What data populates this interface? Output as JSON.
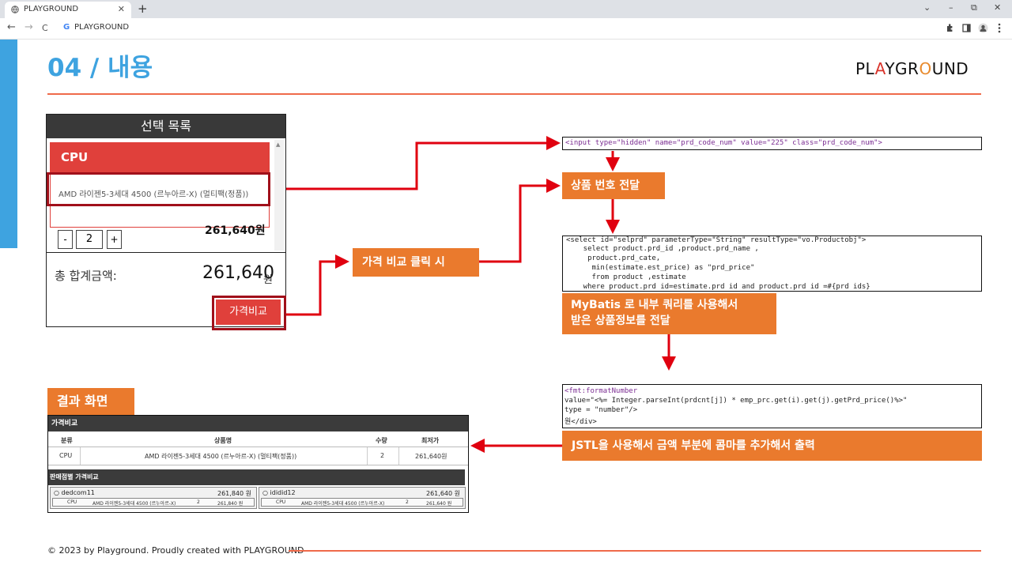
{
  "browser": {
    "tab_title": "PLAYGROUND",
    "new_tab": "+",
    "tab_close": "✕",
    "url": "PLAYGROUND",
    "google_g": "G",
    "window_controls": [
      "⌄",
      "–",
      "⧉",
      "✕"
    ],
    "nav": [
      "←",
      "→",
      "C"
    ],
    "toolbar_icons": [
      "puzzle-icon",
      "sidepanel-icon",
      "profile-icon",
      "menu-icon"
    ]
  },
  "slide": {
    "title": "04 / 내용",
    "logo": {
      "p1": "PL",
      "a": "A",
      "p2": "YGR",
      "o": "O",
      "p3": "UND"
    },
    "colors": {
      "accent_blue": "#3ea3e0",
      "accent_red": "#e0403b",
      "accent_orange": "#ea7a2d",
      "rule": "#ef6a4a"
    }
  },
  "selection_panel": {
    "heading": "선택 목록",
    "category": "CPU",
    "product_name": "AMD 라이젠5-3세대 4500 (르누아르-X) (멀티팩(정품))",
    "minus": "-",
    "quantity": "2",
    "plus": "+",
    "product_price": "261,640원",
    "total_label": "총 합계금액:",
    "total_value": "261,640",
    "total_unit": "원",
    "compare_button": "가격비교"
  },
  "flow": {
    "hidden_input_code": [
      {
        "text": "<input type=\"hidden\" name=\"prd_code_num\" value=\"225\" class=\"prd_code_num\">"
      }
    ],
    "step_product_number": "상품 번호 전달",
    "step_click_compare": "가격 비교 클릭 시",
    "sql_code": [
      "<select id=\"selprd\" parameterType=\"String\" resultType=\"vo.Productobj\">",
      "    select product.prd_id ,product.prd_name ,",
      "     product.prd_cate,",
      "      min(estimate.est_price) as \"prd_price\"",
      "      from product ,estimate",
      "    where product.prd id=estimate.prd id and product.prd id =#{prd ids}"
    ],
    "step_mybatis_line1": "MyBatis 로 내부 쿼리를 사용해서",
    "step_mybatis_line2": "받은 상품정보를 전달",
    "jstl_code": [
      "<fmt:formatNumber",
      "value=\"<%= Integer.parseInt(prdcnt[j]) * emp_prc.get(i).get(j).getPrd_price()%>\"",
      "type = \"number\"/>",
      "원</div>"
    ],
    "step_jstl": "JSTL을 사용해서 금액 부분에 콤마를 추가해서 출력"
  },
  "result": {
    "label": "결과 화면",
    "panel_title": "가격비교",
    "columns": [
      "분류",
      "상품명",
      "수량",
      "최저가"
    ],
    "row": [
      "CPU",
      "AMD 라이젠5-3세대 4500 (르누아르-X) (멀티팩(정품))",
      "2",
      "261,640원"
    ],
    "seller_section_title": "판매점별 가격비교",
    "sellers": [
      {
        "name": "dedcom11",
        "total": "261,840 원",
        "cate": "CPU",
        "product": "AMD 라이젠5-3세대 4500 (르누아르-X)",
        "qty": "2",
        "price": "261,840 원"
      },
      {
        "name": "ididid12",
        "total": "261,640 원",
        "cate": "CPU",
        "product": "AMD 라이젠5-3세대 4500 (르누아르-X)",
        "qty": "2",
        "price": "261,640 원"
      }
    ]
  },
  "footer": {
    "text": "© 2023 by Playground. Proudly created with PLAYGROUND"
  }
}
